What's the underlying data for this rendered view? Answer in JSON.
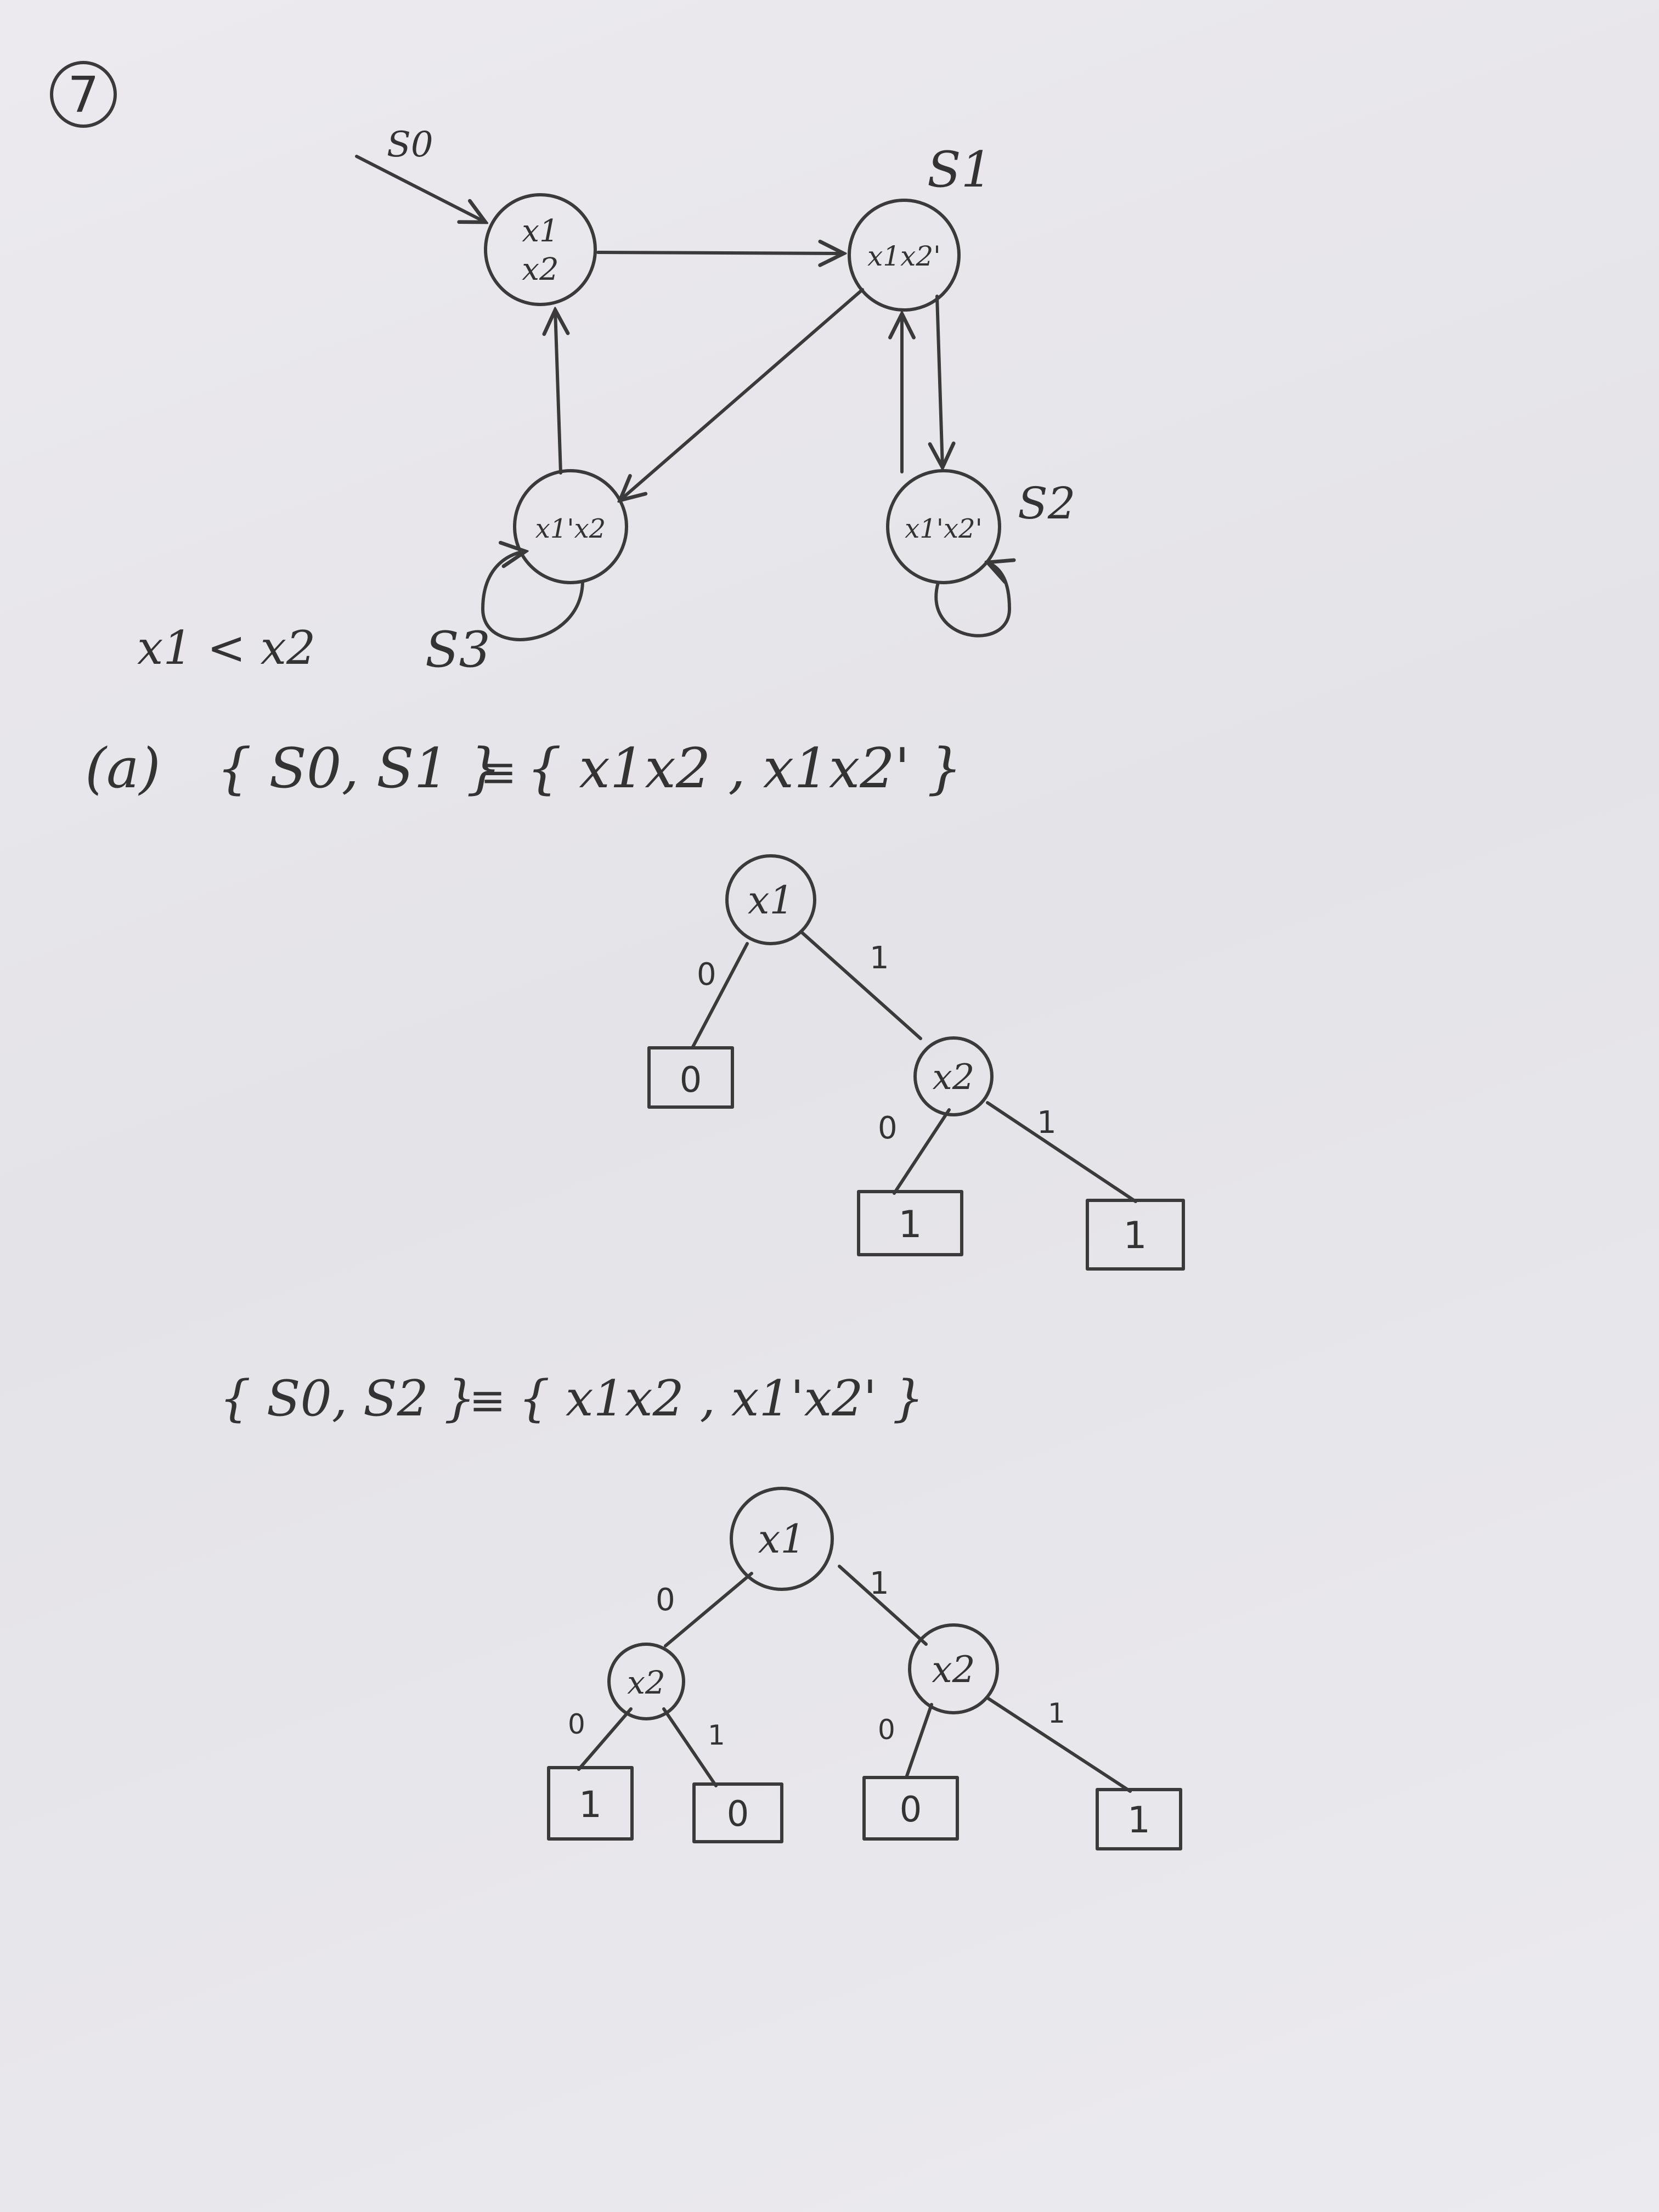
{
  "colors": {
    "ink": "#3a3a3a",
    "paper": "#eceaee"
  },
  "problem_number": "7",
  "automaton": {
    "states": [
      {
        "id": "s0",
        "name": "S0",
        "label_line1": "x1",
        "label_line2": "x2"
      },
      {
        "id": "s1",
        "name": "S1",
        "label_line1": "x1x2'",
        "label_line2": ""
      },
      {
        "id": "s2",
        "name": "S2",
        "label_line1": "x1'x2'",
        "label_line2": ""
      },
      {
        "id": "s3",
        "name": "S3",
        "label_line1": "x1'x2",
        "label_line2": ""
      }
    ],
    "initial_label": "S0",
    "transitions": [
      {
        "from": "s0",
        "to": "s1"
      },
      {
        "from": "s1",
        "to": "s3"
      },
      {
        "from": "s1",
        "to": "s2"
      },
      {
        "from": "s2",
        "to": "s1"
      },
      {
        "from": "s3",
        "to": "s0"
      },
      {
        "from": "s2",
        "to": "s2"
      },
      {
        "from": "s3",
        "to": "s3"
      }
    ]
  },
  "ordering": "x1 < x2",
  "part_a": {
    "label": "(a)",
    "set1": {
      "lhs": "{ S0, S1 }",
      "equiv": "≡",
      "rhs": "{ x1x2 , x1x2' }"
    },
    "set2": {
      "lhs": "{ S0, S2 }",
      "equiv": "≡",
      "rhs": "{ x1x2 , x1'x2' }"
    }
  },
  "tree1": {
    "nodes": [
      {
        "id": "r",
        "label": "x1",
        "type": "var"
      },
      {
        "id": "a",
        "label": "0",
        "type": "leaf"
      },
      {
        "id": "b",
        "label": "x2",
        "type": "var"
      },
      {
        "id": "c",
        "label": "1",
        "type": "leaf"
      },
      {
        "id": "d",
        "label": "1",
        "type": "leaf"
      }
    ],
    "edges": [
      {
        "from": "r",
        "to": "a",
        "label": "0"
      },
      {
        "from": "r",
        "to": "b",
        "label": "1"
      },
      {
        "from": "b",
        "to": "c",
        "label": "0"
      },
      {
        "from": "b",
        "to": "d",
        "label": "1"
      }
    ]
  },
  "tree2": {
    "nodes": [
      {
        "id": "r",
        "label": "x1",
        "type": "var"
      },
      {
        "id": "l",
        "label": "x2",
        "type": "var"
      },
      {
        "id": "rr",
        "label": "x2",
        "type": "var"
      },
      {
        "id": "ll",
        "label": "1",
        "type": "leaf"
      },
      {
        "id": "lr",
        "label": "0",
        "type": "leaf"
      },
      {
        "id": "rl",
        "label": "0",
        "type": "leaf"
      },
      {
        "id": "rrr",
        "label": "1",
        "type": "leaf"
      }
    ],
    "edges": [
      {
        "from": "r",
        "to": "l",
        "label": "0"
      },
      {
        "from": "r",
        "to": "rr",
        "label": "1"
      },
      {
        "from": "l",
        "to": "ll",
        "label": "0"
      },
      {
        "from": "l",
        "to": "lr",
        "label": "1"
      },
      {
        "from": "rr",
        "to": "rl",
        "label": "0"
      },
      {
        "from": "rr",
        "to": "rrr",
        "label": "1"
      }
    ]
  }
}
